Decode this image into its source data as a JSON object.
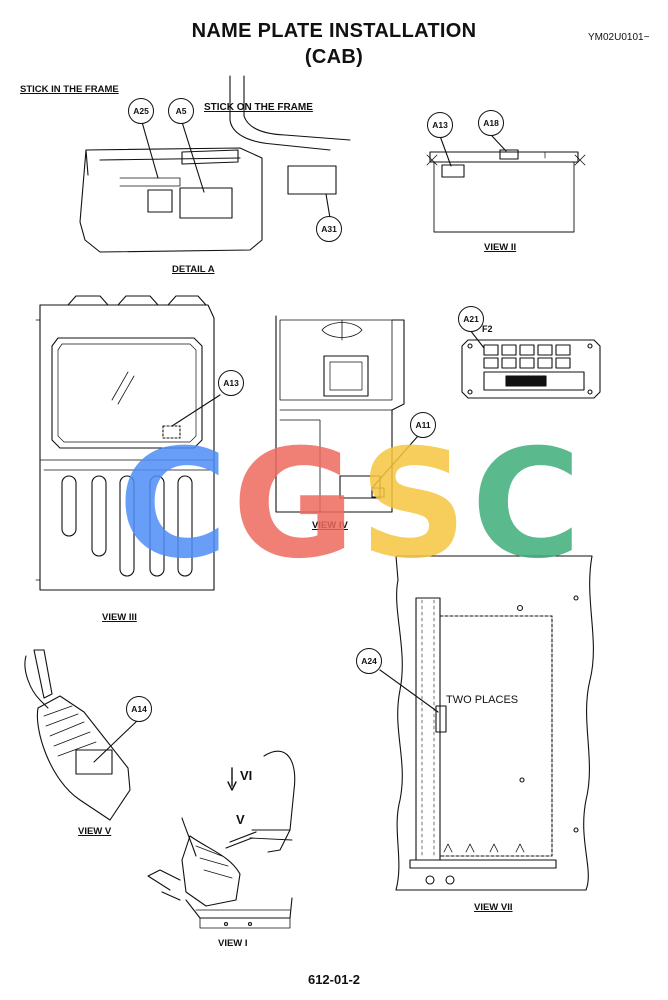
{
  "header": {
    "title_line1": "NAME PLATE INSTALLATION",
    "title_line2": "(CAB)",
    "doc_code": "YM02U0101~"
  },
  "detail_a": {
    "note_frame": "STICK IN THE FRAME",
    "note_on_frame": "STICK ON THE FRAME",
    "label": "DETAIL  A",
    "callouts": [
      "A25",
      "A5",
      "A31"
    ]
  },
  "view_ii": {
    "label": "VIEW  II",
    "callouts": [
      "A13",
      "A18"
    ]
  },
  "view_iii": {
    "label": "VIEW  III",
    "callouts": [
      "A13"
    ]
  },
  "view_iv": {
    "label": "VIEW  IV",
    "callouts": [
      "A11"
    ]
  },
  "panel_f2": {
    "callout": "A21",
    "tag": "F2"
  },
  "view_v": {
    "label": "VIEW  V",
    "callouts": [
      "A14"
    ]
  },
  "view_i": {
    "label": "VIEW  I",
    "arrow_vi": "VI",
    "arrow_v": "V"
  },
  "view_vii": {
    "label": "VIEW  VII",
    "callouts": [
      "A24"
    ],
    "note": "TWO PLACES"
  },
  "watermark": {
    "text": "CGSC",
    "colors": [
      "#4f8ef7",
      "#ee6a5e",
      "#f6c640",
      "#3fae7a"
    ]
  },
  "footer": {
    "page_number": "612-01-2"
  }
}
